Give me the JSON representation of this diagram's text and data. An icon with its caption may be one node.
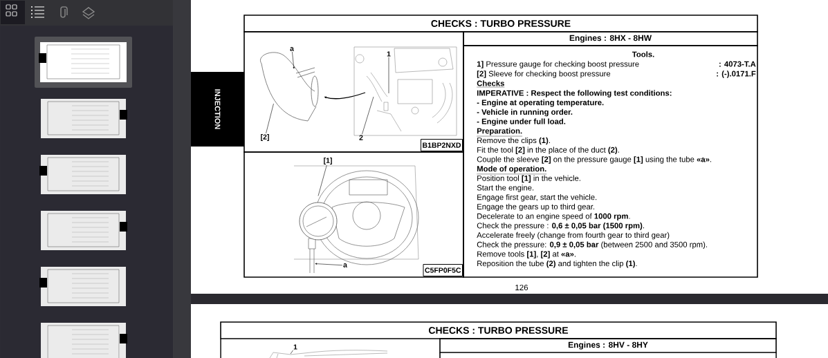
{
  "diagram": {
    "nodes": [
      {
        "text": [
          "CHECKS : TURBO PRESSURE"
        ]
      },
      {
        "text": [
          "Engines : 8HX - 8HW"
        ]
      },
      {
        "text": [
          "B1BP2NXD"
        ]
      },
      {
        "text": [
          "C5FP0F5C"
        ]
      },
      {
        "text": [
          "Tools.",
          "**1]** Pressure gauge for checking boost pressure",
          ": 4073-T.A",
          "**[2]** Sleeve for checking boost pressure",
          ": (-).0171.F",
          "Checks",
          "IMPERATIVE : Respect the following test conditions:",
          "- Engine at operating temperature.",
          "- Vehicle in running order.",
          "- Engine under full load.",
          "Preparation.",
          "Remove the clips **(1)**.",
          "Fit the tool **[2]** in the place of the duct **(2)**.",
          "Couple the sleeve **[2]** on the pressure gauge **[1]** using the tube **«a»**.",
          "Mode of operation.",
          "Position tool **[1]** in the vehicle.",
          "Start the engine.",
          "Engage first gear, start the vehicle.",
          "Engage the gears up to third gear.",
          "Decelerate to an engine speed of **1000 rpm**.",
          "Check the pressure : **0,6 ± 0,05 bar (1500 rpm)**.",
          "Accelerate freely (change from fourth gear to third gear)",
          "Check the pressure: **0,9 ± 0,05 bar** (between 2500 and 3500 rpm).",
          "Remove tools **[1]**, **[2]** at **«a»**.",
          "Reposition the tube **(2)** and tighten the clip **(1)**."
        ]
      },
      {
        "text": [
          "INJECTION"
        ]
      },
      {
        "text": [
          "a"
        ],
        "in": 2
      },
      {
        "text": [
          "1"
        ],
        "in": 16
      },
      {
        "text": [
          "2"
        ],
        "in": 2
      },
      {
        "text": [
          "[2]"
        ],
        "in": 2
      },
      {
        "text": [
          "[1]"
        ],
        "in": 3
      },
      {
        "text": [
          "a"
        ],
        "in": 3
      },
      {
        "text": [
          "CHECKS : TURBO PRESSURE"
        ]
      },
      {
        "text": [
          "Engines : 8HV - 8HY"
        ]
      },
      {
        "text": [
          "1"
        ]
      },
      {
        "text": [],
        "shape": "picture",
        "in": 2
      },
      {
        "text": [],
        "shape": "picture",
        "in": 2
      },
      {
        "text": [],
        "shape": "picture",
        "in": 3
      }
    ],
    "edges": [
      {
        "from": 6,
        "to": 15,
        "arrow": "to"
      },
      {
        "from": 7,
        "to": 16,
        "arrow": "none"
      },
      {
        "from": 8,
        "to": 16,
        "arrow": "none"
      },
      {
        "from": 9,
        "to": 15,
        "arrow": "none"
      },
      {
        "from": 10,
        "to": 17,
        "arrow": "none"
      },
      {
        "from": 11,
        "to": 17,
        "arrow": "to"
      },
      {
        "from": 14,
        "to": null,
        "arrow": "none"
      }
    ],
    "labels": [
      "126"
    ]
  }
}
